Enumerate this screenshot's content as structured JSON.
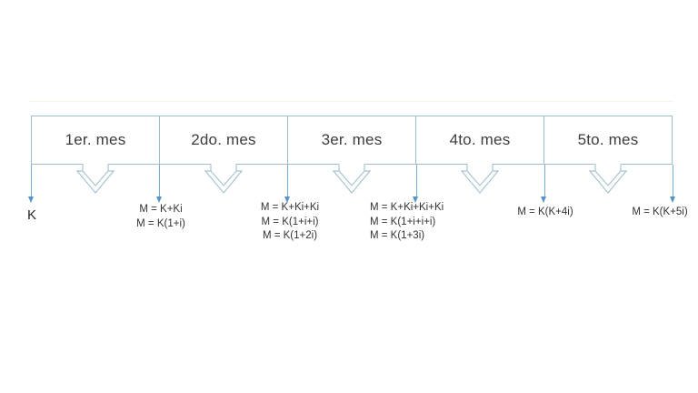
{
  "diagram": {
    "title_semantics": "compound-interest-monthly-timeline",
    "months": [
      "1er. mes",
      "2do. mes",
      "3er. mes",
      "4to. mes",
      "5to. mes"
    ],
    "capital_label": "K",
    "formula_groups": [
      {
        "lines": [
          "M = K+Ki",
          "M = K(1+i)"
        ]
      },
      {
        "lines": [
          "M = K+Ki+Ki",
          "M = K(1+i+i)",
          "M = K(1+2i)"
        ]
      },
      {
        "lines": [
          "M = K+Ki+Ki+Ki",
          "M = K(1+i+i+i)",
          "M = K(1+3i)"
        ]
      },
      {
        "lines": [
          "M = K(K+4i)"
        ]
      },
      {
        "lines": [
          "M = K(K+5i)"
        ]
      }
    ]
  },
  "colors": {
    "box_outline": "#9fbbc7",
    "block_arrow_outline": "#a9c3cf",
    "thin_arrow": "#7aaed6",
    "thin_arrow_head": "#5592c6",
    "heading_text": "#3d3d3d",
    "formula_text": "#333333"
  }
}
